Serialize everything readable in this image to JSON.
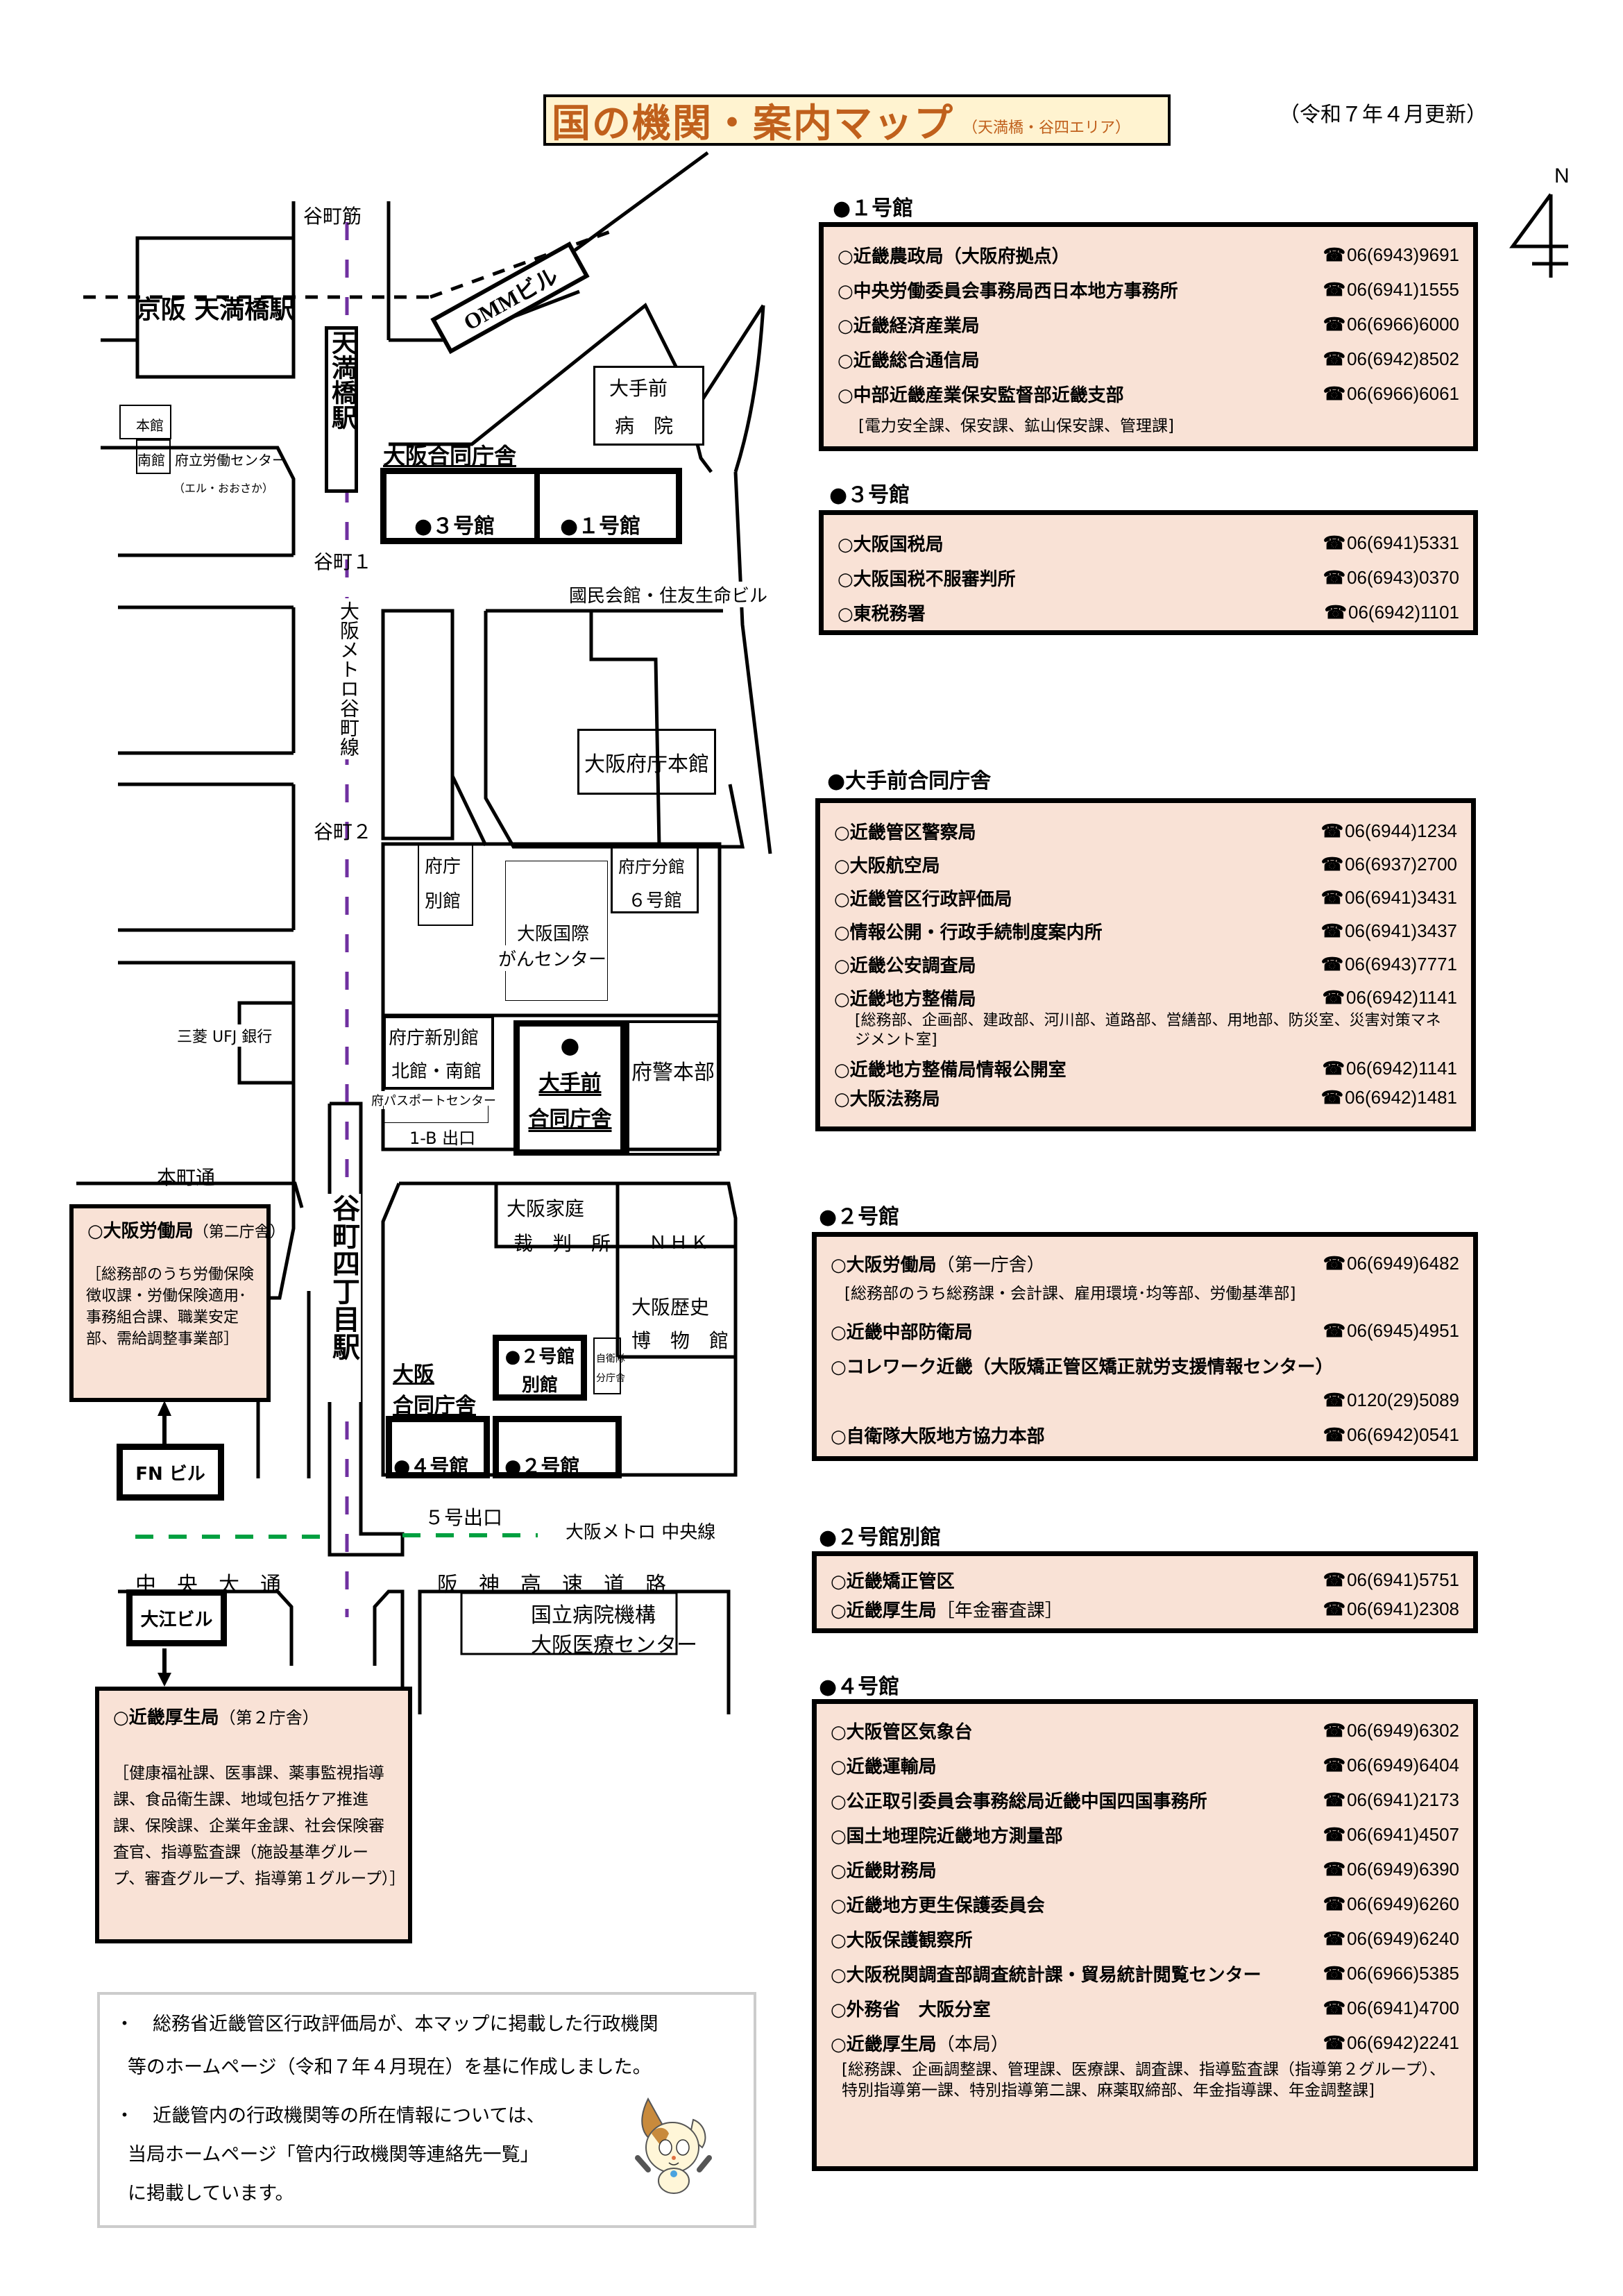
{
  "header": {
    "title": "国の機関・案内マップ",
    "subtitle": "（天満橋・谷四エリア）",
    "updated": "（令和７年４月更新）",
    "north_label": "N"
  },
  "sections": [
    {
      "heading": "●１号館",
      "entries": [
        {
          "name": "○近畿農政局（大阪府拠点）",
          "tel": "06(6943)9691"
        },
        {
          "name": "○中央労働委員会事務局西日本地方事務所",
          "tel": "06(6941)1555"
        },
        {
          "name": "○近畿経済産業局",
          "tel": "06(6966)6000"
        },
        {
          "name": "○近畿総合通信局",
          "tel": "06(6942)8502"
        },
        {
          "name": "○中部近畿産業保安監督部近畿支部",
          "tel": "06(6966)6061"
        }
      ],
      "note": "[電力安全課、保安課、鉱山保安課、管理課]"
    },
    {
      "heading": "●３号館",
      "entries": [
        {
          "name": "○大阪国税局",
          "tel": "06(6941)5331"
        },
        {
          "name": "○大阪国税不服審判所",
          "tel": "06(6943)0370"
        },
        {
          "name": "○東税務署",
          "tel": "06(6942)1101"
        }
      ]
    },
    {
      "heading": "●大手前合同庁舎",
      "entries": [
        {
          "name": "○近畿管区警察局",
          "tel": "06(6944)1234"
        },
        {
          "name": "○大阪航空局",
          "tel": "06(6937)2700"
        },
        {
          "name": "○近畿管区行政評価局",
          "tel": "06(6941)3431"
        },
        {
          "name": "○情報公開・行政手続制度案内所",
          "tel": "06(6941)3437"
        },
        {
          "name": "○近畿公安調査局",
          "tel": "06(6943)7771"
        },
        {
          "name": "○近畿地方整備局",
          "tel": "06(6942)1141"
        },
        {
          "name": "○近畿地方整備局情報公開室",
          "tel": "06(6942)1141"
        },
        {
          "name": "○大阪法務局",
          "tel": "06(6942)1481"
        }
      ],
      "note": "[総務部、企画部、建政部、河川部、道路部、営繕部、用地部、防災室、災害対策マネジメント室]"
    },
    {
      "heading": "●２号館",
      "entries": [
        {
          "name": "○大阪労働局",
          "name_paren": "（第一庁舎）",
          "tel": "06(6949)6482"
        },
        {
          "name": "○近畿中部防衛局",
          "tel": "06(6945)4951"
        },
        {
          "name": "○コレワーク近畿（大阪矯正管区矯正就労支援情報センター）",
          "tel": "0120(29)5089"
        },
        {
          "name": "○自衛隊大阪地方協力本部",
          "tel": "06(6942)0541"
        }
      ],
      "note": "[総務部のうち総務課・会計課、雇用環境･均等部、労働基準部]"
    },
    {
      "heading": "●２号館別館",
      "entries": [
        {
          "name": "○近畿矯正管区",
          "tel": "06(6941)5751"
        },
        {
          "name": "○近畿厚生局",
          "name_paren": "［年金審査課］",
          "tel": "06(6941)2308"
        }
      ]
    },
    {
      "heading": "●４号館",
      "entries": [
        {
          "name": "○大阪管区気象台",
          "tel": "06(6949)6302"
        },
        {
          "name": "○近畿運輸局",
          "tel": "06(6949)6404"
        },
        {
          "name": "○公正取引委員会事務総局近畿中国四国事務所",
          "tel": "06(6941)2173"
        },
        {
          "name": "○国土地理院近畿地方測量部",
          "tel": "06(6941)4507"
        },
        {
          "name": "○近畿財務局",
          "tel": "06(6949)6390"
        },
        {
          "name": "○近畿地方更生保護委員会",
          "tel": "06(6949)6260"
        },
        {
          "name": "○大阪保護観察所",
          "tel": "06(6949)6240"
        },
        {
          "name": "○大阪税関調査部調査統計課・貿易統計閲覧センター",
          "tel": "06(6966)5385"
        },
        {
          "name": "○外務省　大阪分室",
          "tel": "06(6941)4700"
        },
        {
          "name": "○近畿厚生局",
          "name_paren": "（本局）",
          "tel": "06(6942)2241"
        }
      ],
      "note": "[総務課、企画調整課、管理課、医療課、調査課、指導監査課（指導第２グループ）、特別指導第一課、特別指導第二課、麻薬取締部、年金指導課、年金調整課]"
    }
  ],
  "map": {
    "streets": {
      "tanimachi_suji": "谷町筋",
      "tanimachi1": "谷町１",
      "tanimachi2": "谷町２",
      "honmachi_dori": "本町通",
      "chuo_odori": "中　央　大　通",
      "hanshin_expressway": "阪　神　高　速　道　路"
    },
    "lines": {
      "tanimachi_line": "大阪メトロ谷町線",
      "chuo_line": "大阪メトロ 中央線"
    },
    "stations": {
      "keihan_tenmabashi": "京阪 天満橋駅",
      "tenmabashi": "天満橋駅",
      "tanimachi4": "谷町四丁目駅"
    },
    "exits": {
      "exit_1b": "1-B 出口",
      "exit_5": "５号出口"
    },
    "buildings": {
      "omm": "OMMビル",
      "otemae_hospital_1": "大手前",
      "otemae_hospital_2": "病　院",
      "osaka_godo": "大阪合同庁舎",
      "bldg3": "●３号館",
      "bldg1": "●１号館",
      "honkan": "本館",
      "minamikan": "南館",
      "labor_center": "府立労働センター",
      "labor_center_sub": "（エル・おおさか）",
      "kokumin_kaikan": "國民会館・住友生命ビル",
      "pref_main": "大阪府庁本館",
      "pref_annex_1": "府庁",
      "pref_annex_2": "別館",
      "pref_branch_1": "府庁分館",
      "pref_branch_2": "６号館",
      "cancer_center_1": "大阪国際",
      "cancer_center_2": "がんセンター",
      "mufg": "三菱 UFJ 銀行",
      "pref_new_annex_1": "府庁新別館",
      "pref_new_annex_2": "北館・南館",
      "passport": "府パスポートセンター",
      "otemae_godo_dot": "●",
      "otemae_godo_1": "大手前",
      "otemae_godo_2": "合同庁舎",
      "police_hq": "府警本部",
      "family_court_1": "大阪家庭",
      "family_court_2": "裁　判　所",
      "nhk": "ＮＨＫ",
      "history_museum_1": "大阪歴史",
      "history_museum_2": "博　物　館",
      "osaka_godo2_1": "大阪",
      "osaka_godo2_2": "合同庁舎",
      "bldg2_annex_1": "●２号館",
      "bldg2_annex_2": "別館",
      "sdf_branch_1": "自衛隊",
      "sdf_branch_2": "分庁舎",
      "bldg4": "●４号館",
      "bldg2": "●２号館",
      "fn_bldg": "FN ビル",
      "oe_bldg": "大江ビル",
      "nho_1": "国立病院機構",
      "nho_2": "大阪医療センター"
    },
    "callouts": {
      "labor_bureau": {
        "title": "○大阪労働局",
        "paren": "（第二庁舎）",
        "detail": "［総務部のうち労働保険徴収課・労働保険適用･事務組合課、職業安定部、需給調整事業部］"
      },
      "health_bureau": {
        "title": "○近畿厚生局",
        "paren": "（第２庁舎）",
        "detail": "［健康福祉課、医事課、薬事監視指導課、食品衛生課、地域包括ケア推進課、保険課、企業年金課、社会保険審査官、指導監査課（施設基準グループ、審査グループ、指導第１グループ）］"
      }
    }
  },
  "footer": {
    "bullet1_line1": "・　総務省近畿管区行政評価局が、本マップに掲載した行政機関",
    "bullet1_line2": "等のホームページ（令和７年４月現在）を基に作成しました。",
    "bullet2_line1": "・　近畿管内の行政機関等の所在情報については、",
    "bullet2_line2": "当局ホームページ「管内行政機関等連絡先一覧」",
    "bullet2_line3": "に掲載しています。"
  },
  "colors": {
    "title_text": "#c0601c",
    "title_bg": "#fff3d0",
    "panel_bg": "#f9e2d6",
    "tanimachi_line": "#7030a0",
    "chuo_line": "#00a040"
  }
}
